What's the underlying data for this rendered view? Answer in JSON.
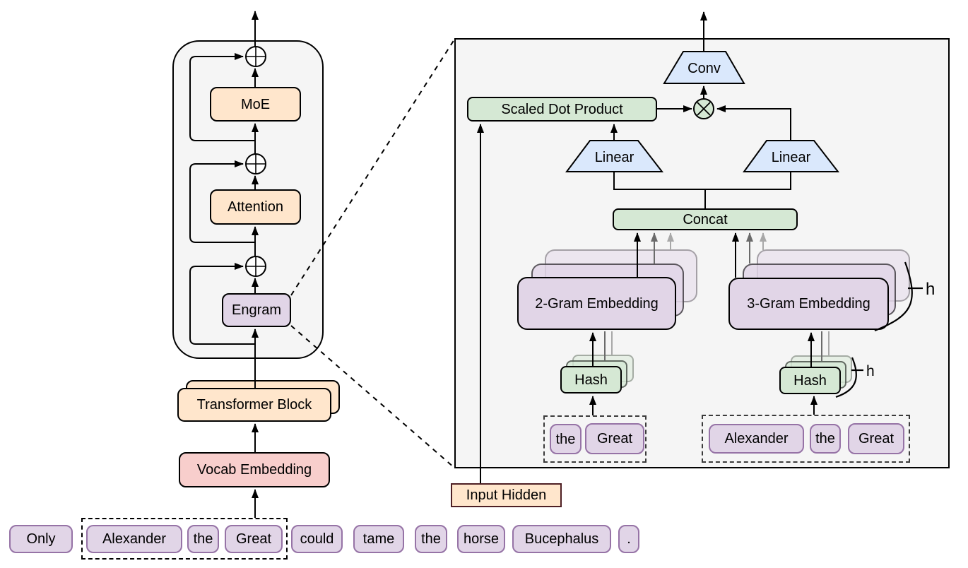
{
  "left_diagram": {
    "moe": "MoE",
    "attention": "Attention",
    "engram": "Engram",
    "transformer_block": "Transformer Block",
    "vocab_embedding": "Vocab Embedding"
  },
  "panel": {
    "conv": "Conv",
    "linear": "Linear",
    "scaled_dot_product": "Scaled Dot Product",
    "concat": "Concat",
    "bigram_embedding": "2-Gram Embedding",
    "trigram_embedding": "3-Gram Embedding",
    "hash": "Hash",
    "heads": "h",
    "bigram_tokens": [
      "the",
      "Great"
    ],
    "trigram_tokens": [
      "Alexander",
      "the",
      "Great"
    ]
  },
  "input_hidden": "Input Hidden",
  "sentence": [
    "Only",
    "Alexander",
    "the",
    "Great",
    "could",
    "tame",
    "the",
    "horse",
    "Bucephalus",
    "."
  ],
  "colors": {
    "peach_fill": "#FFE6CC",
    "pink_fill": "#F8CECC",
    "lavender_fill": "#E1D5E7",
    "green_fill": "#D5E8D4",
    "blue_fill": "#DAE8FC",
    "panel_fill": "#F5F5F5",
    "token_border": "#9673A6",
    "input_hidden_border": "#4D1F24",
    "line": "#000000"
  }
}
